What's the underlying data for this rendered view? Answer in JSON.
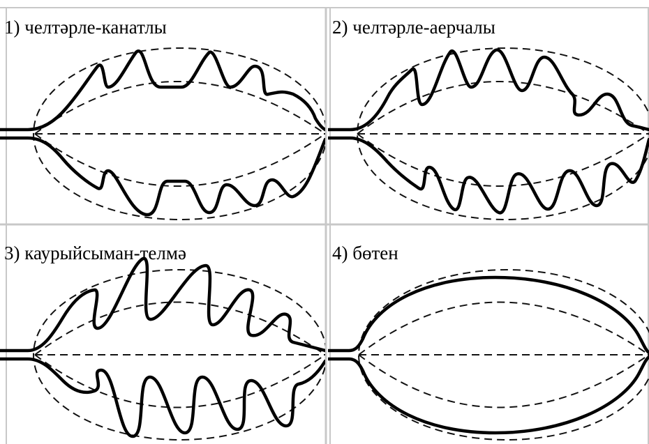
{
  "cells": [
    {
      "label": "1) челтәрле-канатлы",
      "type": "pinnatifid"
    },
    {
      "label": "2) челтәрле-аерчалы",
      "type": "pinnatipartite"
    },
    {
      "label": "3) каурыйсыман-телмә",
      "type": "pinnatisect"
    },
    {
      "label": "4) бөтен",
      "type": "entire"
    }
  ]
}
